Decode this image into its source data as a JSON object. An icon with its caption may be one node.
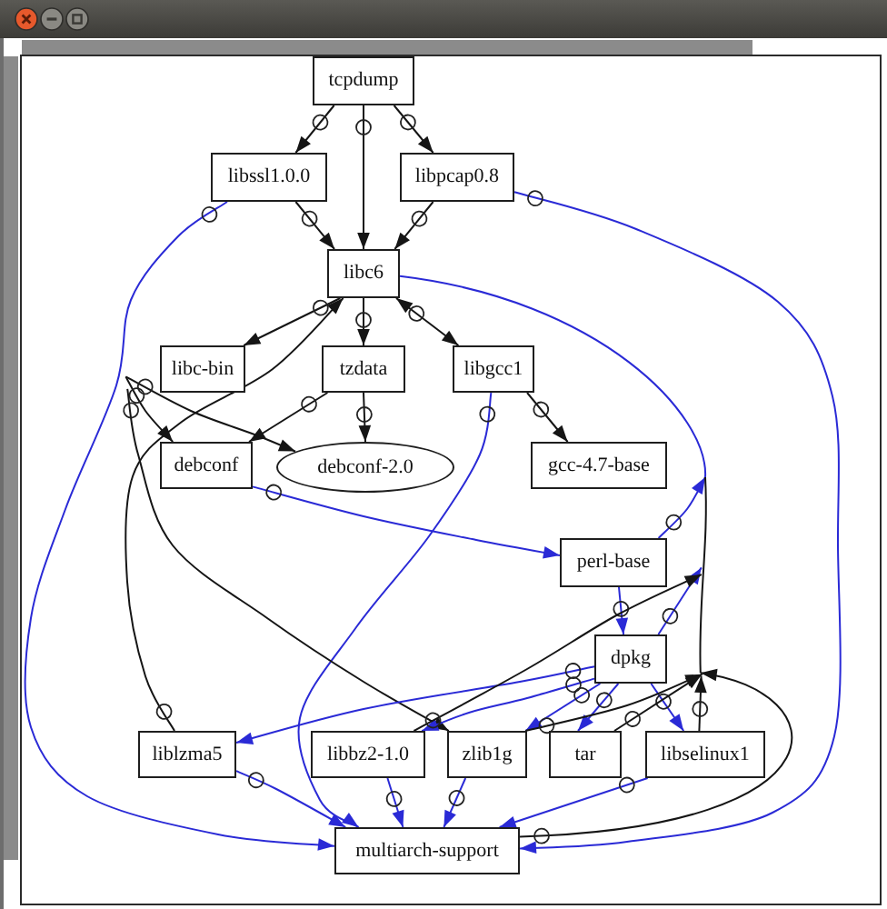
{
  "diagram": {
    "nodes": [
      {
        "text": [
          "tcpdump"
        ]
      },
      {
        "text": [
          "libssl1.0.0"
        ]
      },
      {
        "text": [
          "libpcap0.8"
        ]
      },
      {
        "text": [
          "libc6"
        ]
      },
      {
        "text": [
          "libc-bin"
        ]
      },
      {
        "text": [
          "tzdata"
        ]
      },
      {
        "text": [
          "libgcc1"
        ]
      },
      {
        "text": [
          "debconf"
        ]
      },
      {
        "text": [
          "debconf-2.0"
        ]
      },
      {
        "text": [
          "gcc-4.7-base"
        ]
      },
      {
        "text": [
          "perl-base"
        ]
      },
      {
        "text": [
          "dpkg"
        ]
      },
      {
        "text": [
          "liblzma5"
        ]
      },
      {
        "text": [
          "libbz2-1.0"
        ]
      },
      {
        "text": [
          "zlib1g"
        ]
      },
      {
        "text": [
          "tar"
        ]
      },
      {
        "text": [
          "libselinux1"
        ]
      },
      {
        "text": [
          "multiarch-support"
        ]
      }
    ],
    "edges": [
      {
        "from": 0,
        "to": 1,
        "arrow": "to"
      },
      {
        "from": 0,
        "to": 3,
        "arrow": "to"
      },
      {
        "from": 0,
        "to": 2,
        "arrow": "to"
      },
      {
        "from": 1,
        "to": 3,
        "arrow": "to"
      },
      {
        "from": 2,
        "to": 3,
        "arrow": "to"
      },
      {
        "from": 1,
        "to": 17,
        "arrow": "to",
        "color": "#2a2ad6"
      },
      {
        "from": 2,
        "to": 17,
        "arrow": "to",
        "color": "#2a2ad6"
      },
      {
        "from": 3,
        "to": 4,
        "arrow": "to"
      },
      {
        "from": 3,
        "to": 5,
        "arrow": "to"
      },
      {
        "from": 3,
        "to": 6,
        "arrow": "both"
      },
      {
        "from": 10,
        "to": 9,
        "arrow": "to",
        "color": "#2a2ad6"
      },
      {
        "from": 5,
        "to": 7,
        "arrow": "to"
      },
      {
        "from": 5,
        "to": 8,
        "arrow": "to"
      },
      {
        "from": 6,
        "to": 9,
        "arrow": "to"
      },
      {
        "from": 6,
        "to": 17,
        "arrow": "to",
        "color": "#2a2ad6"
      },
      {
        "from": 4,
        "to": 7,
        "arrow": "to"
      },
      {
        "from": 4,
        "to": 8,
        "arrow": "to"
      },
      {
        "from": 4,
        "to": 14,
        "arrow": "to"
      },
      {
        "from": 12,
        "to": 3,
        "arrow": "to"
      },
      {
        "from": 7,
        "to": 10,
        "arrow": "to",
        "color": "#2a2ad6"
      },
      {
        "from": 10,
        "to": 11,
        "arrow": "to",
        "color": "#2a2ad6"
      },
      {
        "from": 11,
        "to": 10,
        "arrow": "to",
        "color": "#2a2ad6"
      },
      {
        "from": 11,
        "to": 12,
        "arrow": "to",
        "color": "#2a2ad6"
      },
      {
        "from": 11,
        "to": 13,
        "arrow": "to",
        "color": "#2a2ad6"
      },
      {
        "from": 11,
        "to": 14,
        "arrow": "to",
        "color": "#2a2ad6"
      },
      {
        "from": 11,
        "to": 15,
        "arrow": "to",
        "color": "#2a2ad6"
      },
      {
        "from": 11,
        "to": 16,
        "arrow": "to",
        "color": "#2a2ad6"
      },
      {
        "from": 13,
        "to": 10,
        "arrow": "to"
      },
      {
        "from": 14,
        "to": 11,
        "arrow": "to"
      },
      {
        "from": 15,
        "to": 11,
        "arrow": "to"
      },
      {
        "from": 16,
        "to": 11,
        "arrow": "to"
      },
      {
        "from": 17,
        "to": 11,
        "arrow": "to"
      },
      {
        "from": 12,
        "to": 17,
        "arrow": "to",
        "color": "#2a2ad6"
      },
      {
        "from": 13,
        "to": 17,
        "arrow": "to",
        "color": "#2a2ad6"
      },
      {
        "from": 14,
        "to": 17,
        "arrow": "to",
        "color": "#2a2ad6"
      },
      {
        "from": 16,
        "to": 17,
        "arrow": "to",
        "color": "#2a2ad6"
      },
      {
        "from": 3,
        "to": 9,
        "arrow": "none",
        "color": "#2a2ad6"
      },
      {
        "from": 11,
        "to": 9,
        "arrow": "none"
      }
    ]
  }
}
